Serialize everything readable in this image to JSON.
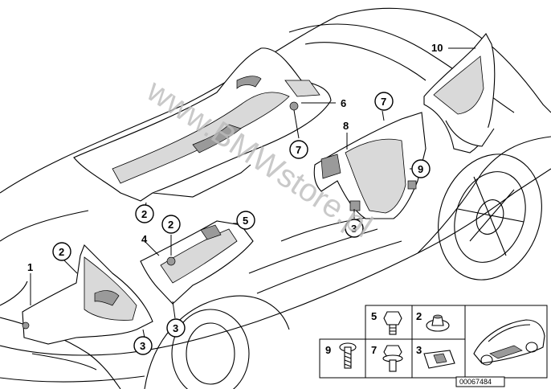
{
  "diagram": {
    "watermark": "www.BMWstore.pl",
    "diagram_id": "00067484",
    "callouts": {
      "c1": "1",
      "c2a": "2",
      "c2b": "2",
      "c2c": "2",
      "c3a": "3",
      "c3b": "3",
      "c3c": "3",
      "c4": "4",
      "c5": "5",
      "c6": "6",
      "c7a": "7",
      "c7b": "7",
      "c8": "8",
      "c9": "9",
      "c10": "10"
    },
    "legend": {
      "cells": [
        "5",
        "2",
        "9",
        "7",
        "3"
      ]
    }
  }
}
